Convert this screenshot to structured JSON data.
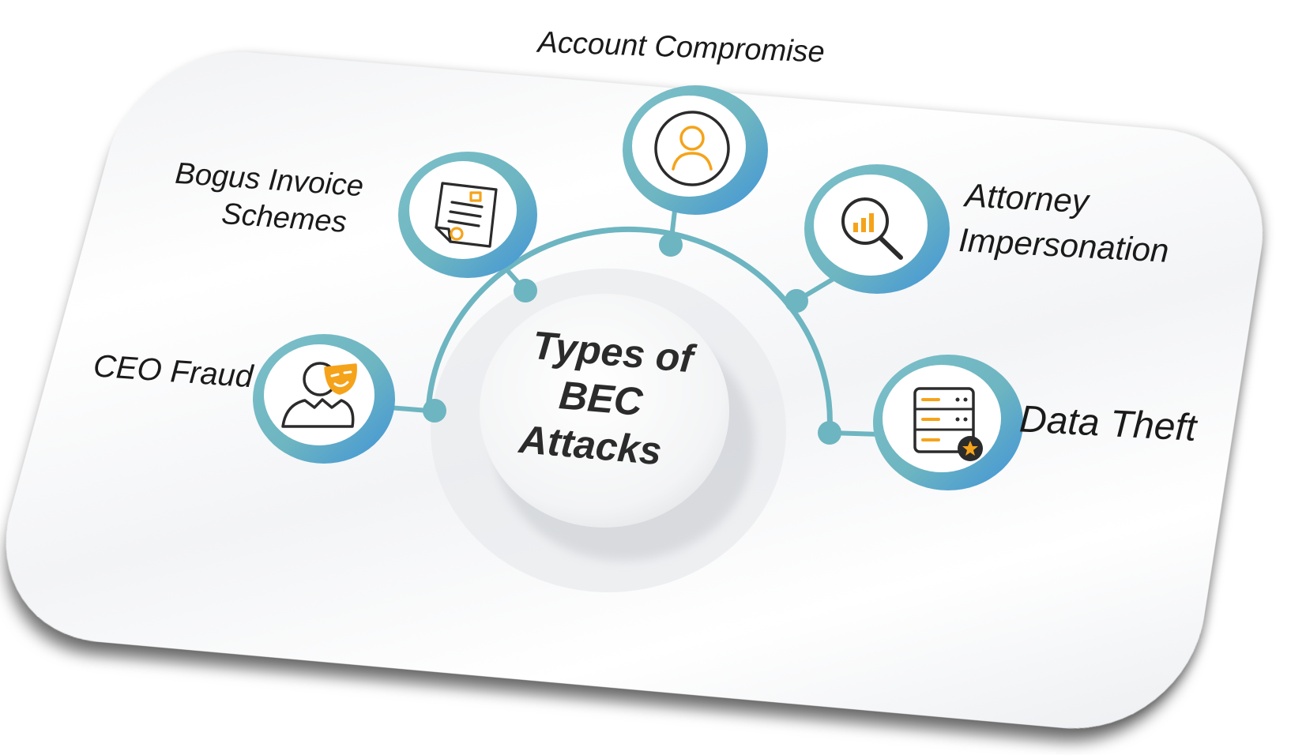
{
  "center": {
    "line1": "Types of",
    "line2": "BEC",
    "line3": "Attacks"
  },
  "nodes": [
    {
      "id": "ceo-fraud",
      "label_lines": [
        "CEO Fraud"
      ],
      "icon": "masked-person-icon"
    },
    {
      "id": "bogus-invoice",
      "label_lines": [
        "Bogus Invoice",
        "Schemes"
      ],
      "icon": "invoice-document-icon"
    },
    {
      "id": "account-compromise",
      "label_lines": [
        "Account Compromise"
      ],
      "icon": "user-profile-icon"
    },
    {
      "id": "attorney-impersonation",
      "label_lines": [
        "Attorney",
        "Impersonation"
      ],
      "icon": "magnifier-chart-icon"
    },
    {
      "id": "data-theft",
      "label_lines": [
        "Data Theft"
      ],
      "icon": "database-star-icon"
    }
  ],
  "colors": {
    "ring": "#6db5c1",
    "ring_shade": "#4e9fd6",
    "accent": "#f5a31a",
    "icon_stroke": "#2b2b2b"
  }
}
